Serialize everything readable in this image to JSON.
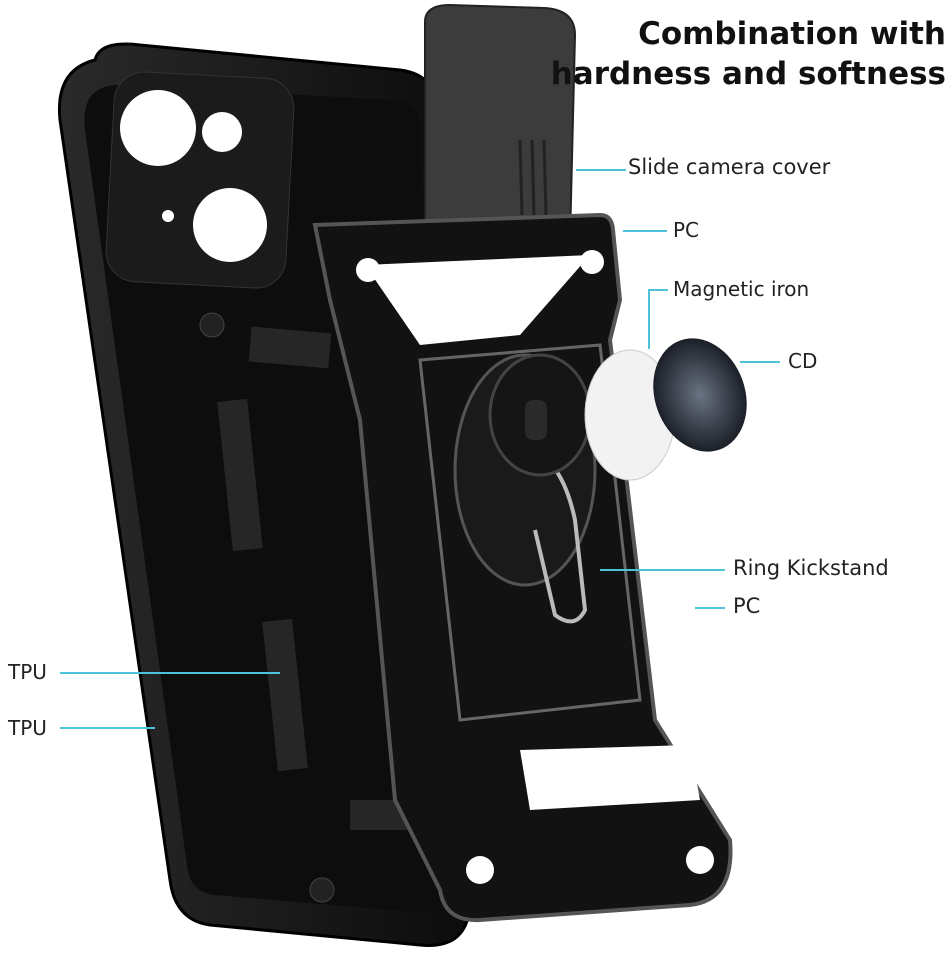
{
  "headline": {
    "line1": "Combination with",
    "line2": "hardness and softness"
  },
  "labels": {
    "slide_camera_cover": "Slide camera cover",
    "pc_top": "PC",
    "magnetic_iron": "Magnetic iron",
    "cd": "CD",
    "ring_kickstand": "Ring Kickstand",
    "pc_bottom": "PC",
    "tpu_upper": "TPU",
    "tpu_lower": "TPU"
  },
  "colors": {
    "leader_line": "#4ec3d8",
    "case": "#151515"
  }
}
